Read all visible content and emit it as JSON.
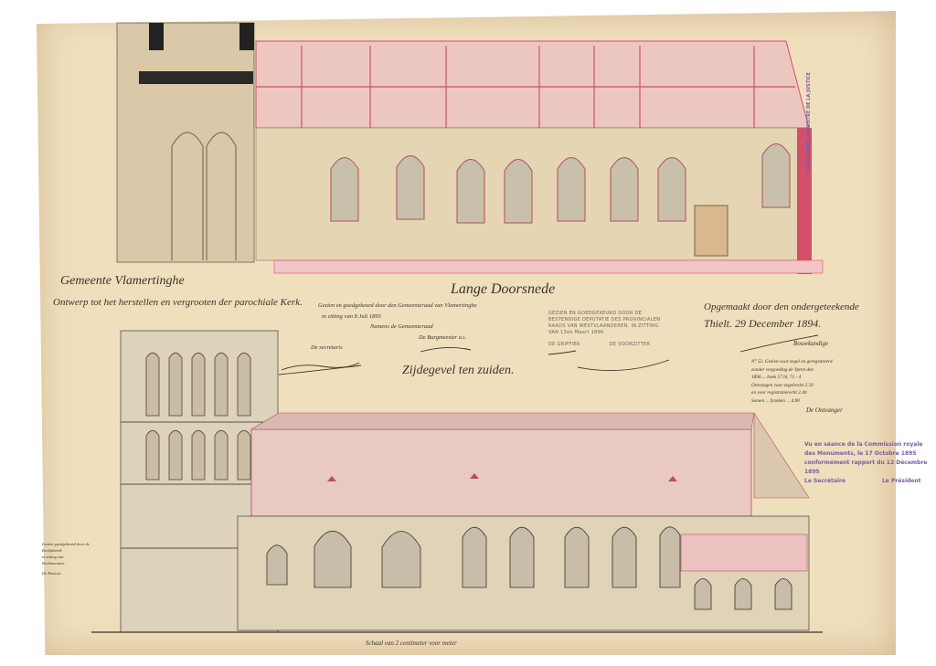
{
  "titles": {
    "municipality": "Gemeente Vlamertinghe",
    "project": "Ontwerp tot het herstellen en vergrooten der parochiale Kerk.",
    "section": "Lange Doorsnede",
    "elevation": "Zijdegevel ten zuiden.",
    "scale": "Schaal van 2 centimeter voor meter"
  },
  "council_approval": {
    "text": "Gezien en goedgekeurd door den Gemeenteraad van Vlamertinghe",
    "date": "in zitting van 8 Juli 1895",
    "on_behalf": "Namens de Gemeenteraad",
    "mayor": "De Burgmeester a.i.",
    "secretary": "De secretaris"
  },
  "provincial_stamp": {
    "lines": [
      "GEZIEN EN GOEDGEKEURD DOOR DE",
      "BESTENDIGE DEPUTATIE DES PROVINCIALEN",
      "RAADS VAN WESTVLAANDEREN, IN ZITTING",
      "VAN 13en Maart 1896."
    ],
    "clerk": "DE GRIFFIER",
    "chair": "DE VOORZITTER"
  },
  "author": {
    "line1": "Opgemaakt door den ondergeteekende",
    "line2": "Thielt. 29 December 1894.",
    "role": "Bouwkundige"
  },
  "register_note": {
    "lines": [
      "N° 52. Gezien voor zegel en geregistreerd",
      "zonder vergoeding de Ypren den",
      "1896 ... boek 57 bl. 71 - 4",
      "Ontvangen voor zegelrecht  2.50",
      "en voor registratierecht  2.40",
      "Samen ... franken ...  4.90"
    ],
    "receiver": "De Ontvanger"
  },
  "commission_stamp": {
    "line1": "Vu en séance de la Commission royale",
    "line2": "des Monuments, le 17 Octobre 1895",
    "line3": "conformément rapport du 12 Décembre 1895",
    "secretary": "Le Secrétaire",
    "president": "Le Président"
  },
  "side_stamp": "VU PAR NOUS, MINISTRE DE LA JUSTICE",
  "left_note": {
    "lines": [
      "Gezien goedgekeurd door de",
      "Kerkfabriek",
      "in zitting van",
      "Kerkmeesters"
    ],
    "label": "De Pastoor"
  },
  "colors": {
    "paper": "#f0dfbd",
    "ink": "#3a3328",
    "red": "#d2506a",
    "violet": "#7a5aa8"
  }
}
